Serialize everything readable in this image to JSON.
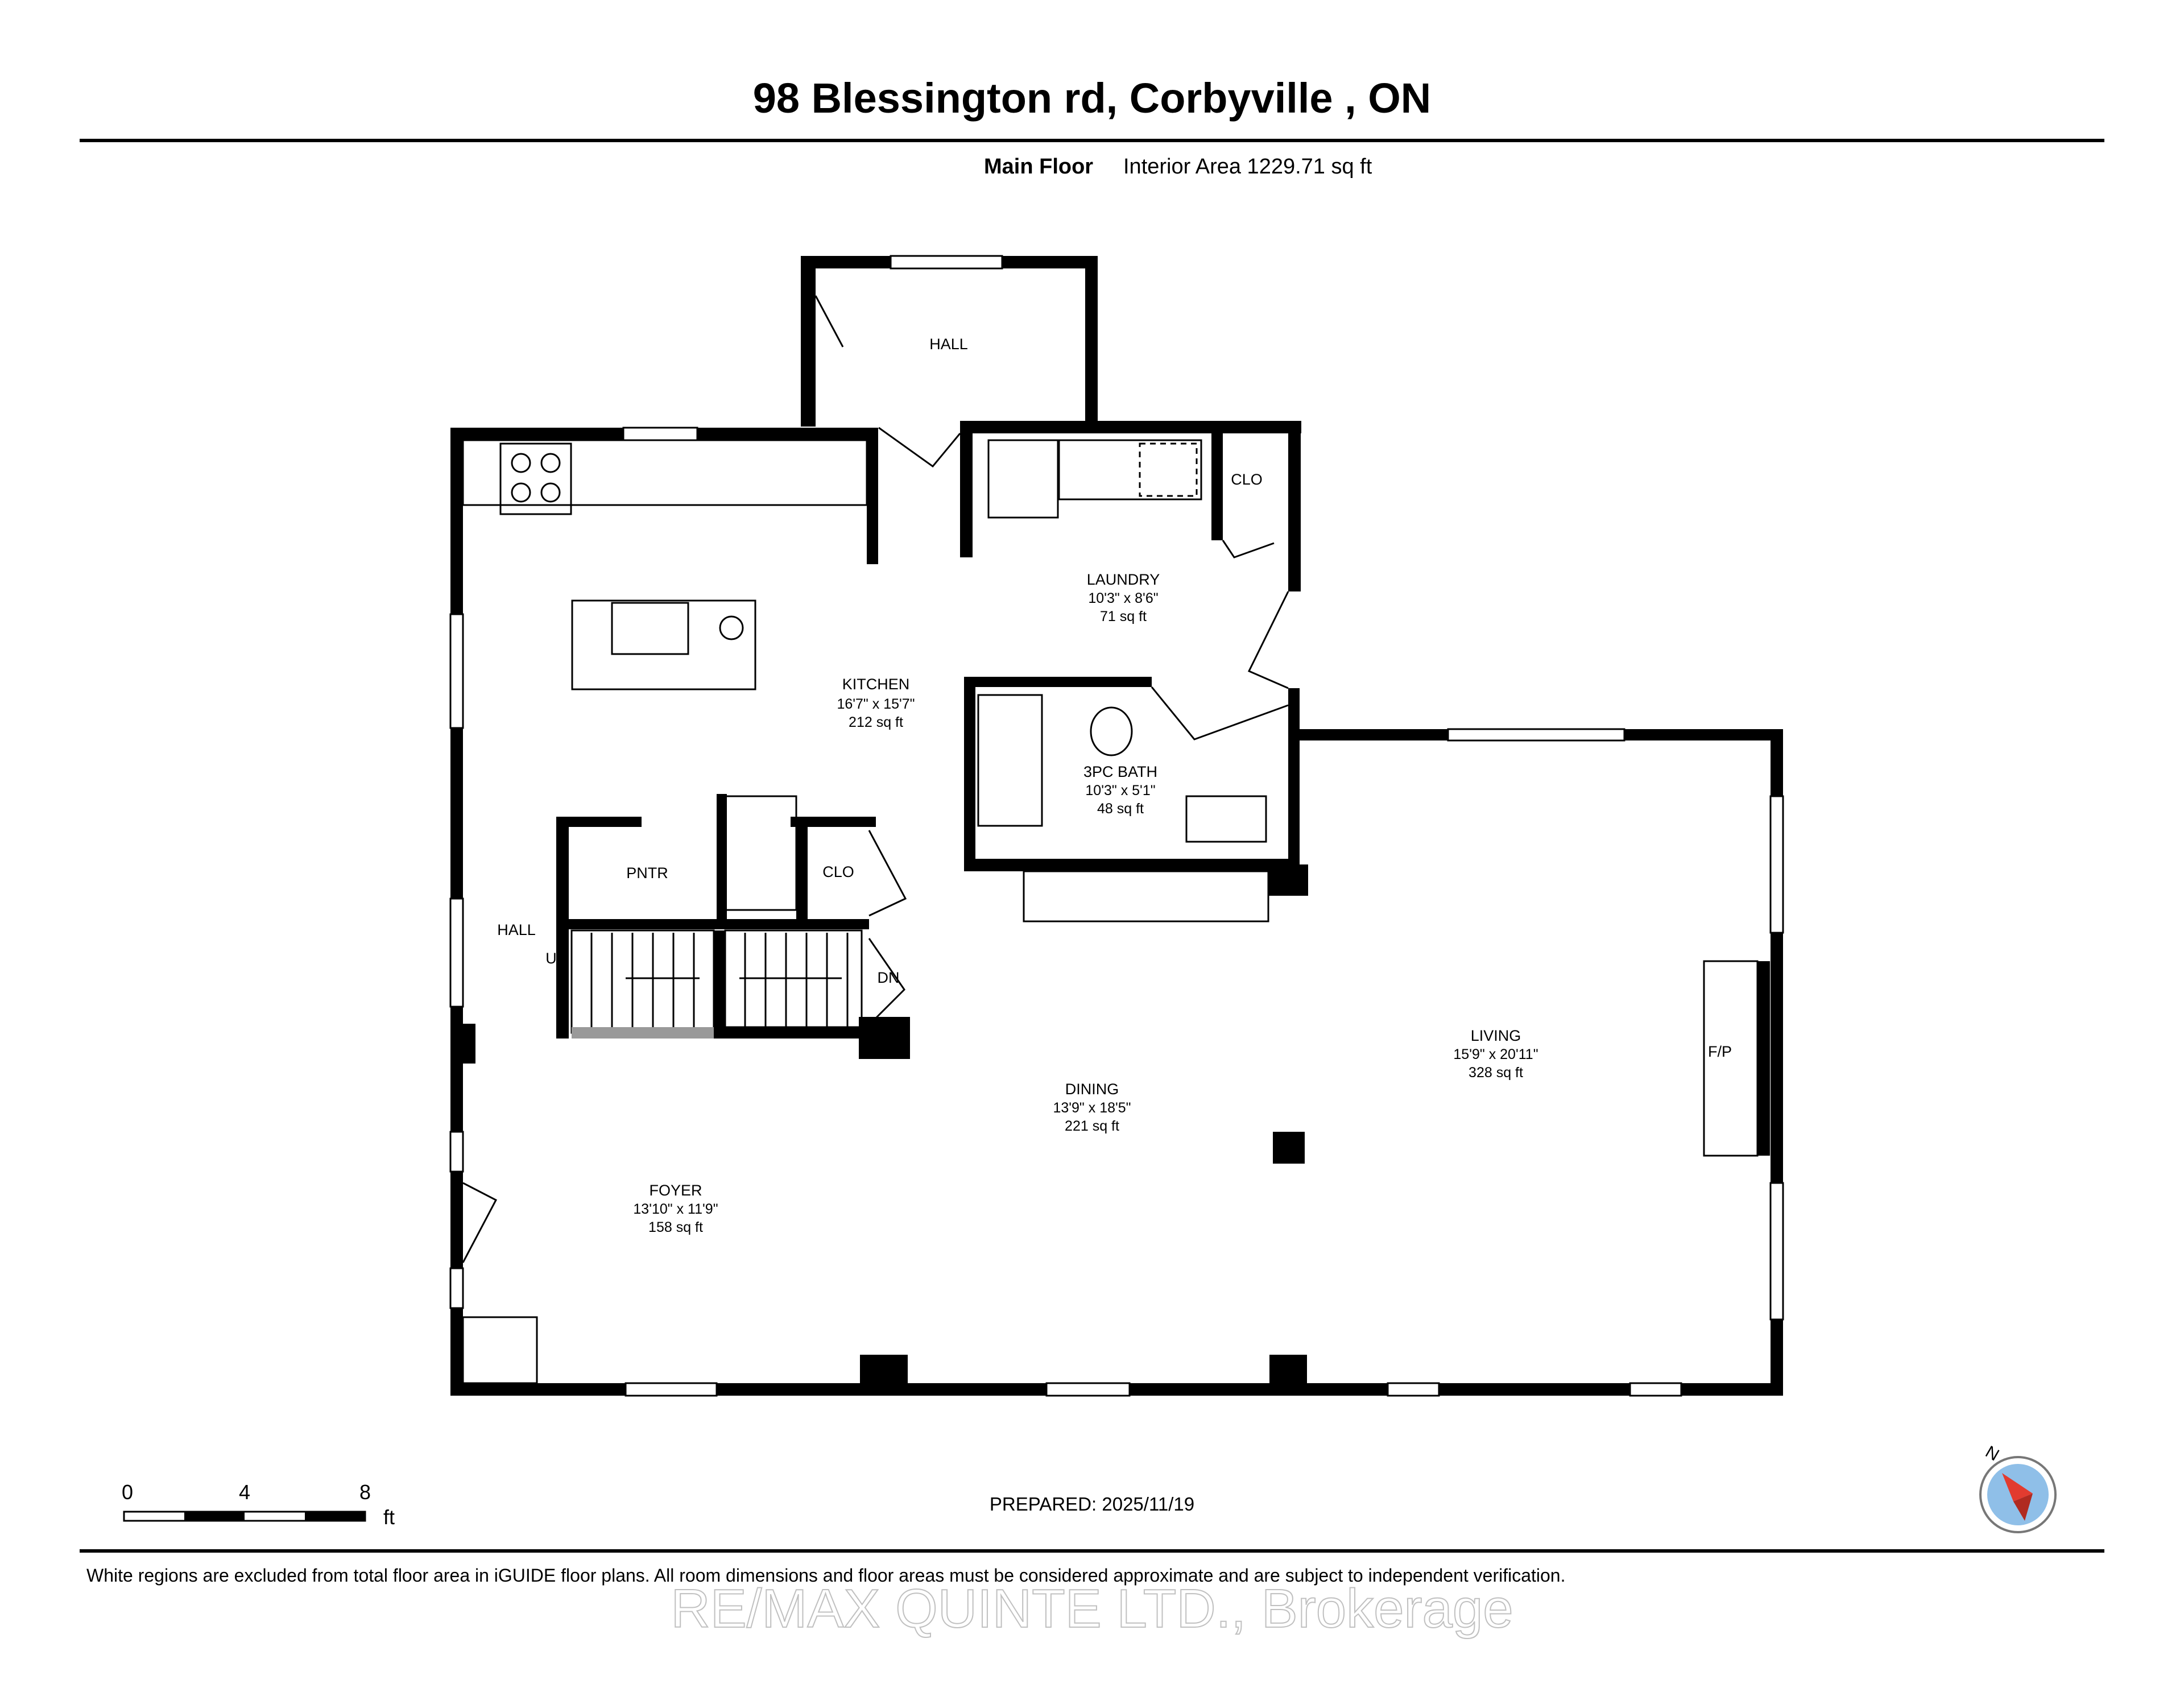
{
  "header": {
    "title": "98 Blessington rd, Corbyville , ON",
    "floor_name": "Main Floor",
    "interior_area": "Interior Area 1229.71 sq ft"
  },
  "rooms": {
    "hall_top": {
      "name": "HALL"
    },
    "kitchen": {
      "name": "KITCHEN",
      "dims": "16'7\" x 15'7\"",
      "area": "212 sq ft"
    },
    "laundry": {
      "name": "LAUNDRY",
      "dims": "10'3\" x 8'6\"",
      "area": "71 sq ft"
    },
    "clo_laundry": {
      "name": "CLO"
    },
    "bath": {
      "name": "3PC BATH",
      "dims": "10'3\" x 5'1\"",
      "area": "48 sq ft"
    },
    "pantry": {
      "name": "PNTR"
    },
    "clo_stairs": {
      "name": "CLO"
    },
    "hall_left": {
      "name": "HALL"
    },
    "stairs_up": {
      "name": "UP"
    },
    "stairs_down": {
      "name": "DN"
    },
    "dining": {
      "name": "DINING",
      "dims": "13'9\" x 18'5\"",
      "area": "221 sq ft"
    },
    "living": {
      "name": "LIVING",
      "dims": "15'9\" x 20'11\"",
      "area": "328 sq ft"
    },
    "fireplace": {
      "name": "F/P"
    },
    "foyer": {
      "name": "FOYER",
      "dims": "13'10\" x 11'9\"",
      "area": "158 sq ft"
    }
  },
  "scale": {
    "ticks": [
      "0",
      "4",
      "8"
    ],
    "unit": "ft"
  },
  "compass": {
    "label": "N"
  },
  "prepared": "PREPARED: 2025/11/19",
  "footer": {
    "disclaimer": "White regions are excluded from total floor area in iGUIDE floor plans. All room dimensions and floor areas must be considered approximate and are subject to independent verification.",
    "watermark": "RE/MAX QUINTE LTD., Brokerage"
  },
  "colors": {
    "wall": "#000000",
    "compass_ring": "#8fbfe8",
    "compass_needle": "#e23b2f"
  }
}
